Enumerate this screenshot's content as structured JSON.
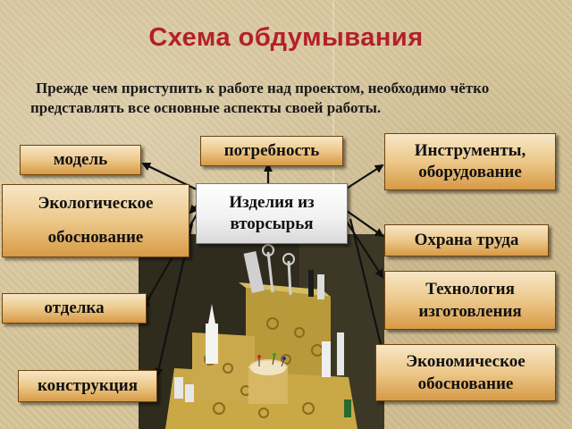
{
  "title": "Схема обдумывания",
  "intro": "Прежде чем приступить к работе над проектом, необходимо чётко представлять все основные аспекты своей работы.",
  "center": {
    "line1": "Изделия из",
    "line2": "вторсырья"
  },
  "nodes": {
    "model": "модель",
    "need": "потребность",
    "tools_line1": "Инструменты,",
    "tools_line2": "оборудование",
    "eco_line1": "Экологическое",
    "eco_line2": "обоснование",
    "safety": "Охрана труда",
    "tech_line1": "Технология",
    "tech_line2": "изготовления",
    "finish": "отделка",
    "econ_line1": "Экономическое",
    "econ_line2": "обоснование",
    "construction": "конструкция"
  },
  "colors": {
    "title": "#b3202a",
    "box_light": "#f7e6c6",
    "box_dark": "#d79a45",
    "arrow": "#111111"
  }
}
